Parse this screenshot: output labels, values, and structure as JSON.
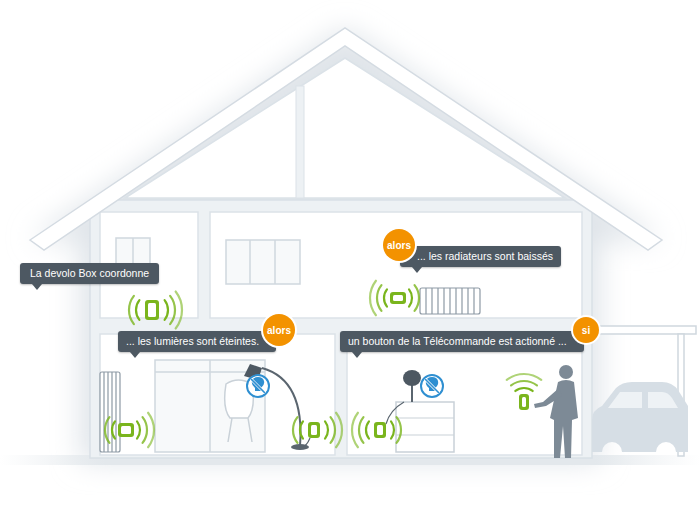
{
  "diagram": {
    "nodes": [
      {
        "text": [
          "alors"
        ]
      },
      {
        "text": [
          "... les radiateurs sont baissés"
        ]
      },
      {
        "text": [
          "La devolo Box coordonne"
        ]
      },
      {
        "text": [
          "... les lumières sont éteintes."
        ]
      },
      {
        "text": [
          "alors"
        ]
      },
      {
        "text": [
          "un bouton de la Télécommande est actionné ..."
        ]
      },
      {
        "text": [
          "si"
        ]
      }
    ]
  }
}
